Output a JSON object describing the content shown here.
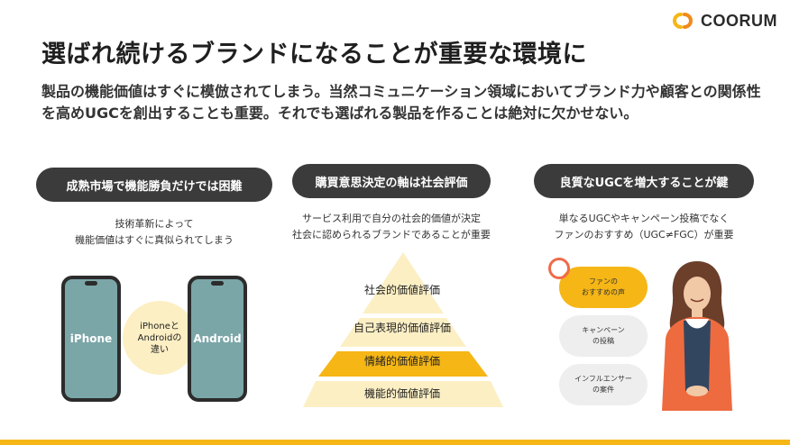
{
  "brand": {
    "name": "COORUM",
    "accent": "#f5b616",
    "dark": "#3b3b3b"
  },
  "title": "選ばれ続けるブランドになることが重要な環境に",
  "lead_line1": "製品の機能価値はすぐに模倣されてしまう。当然コミュニケーション領域においてブランド力や顧客との関係性",
  "lead_line2": "を高めUGCを創出することも重要。それでも選ばれる製品を作ることは絶対に欠かせない。",
  "col1": {
    "heading": "成熟市場で機能勝負だけでは困難",
    "caption_line1": "技術革新によって",
    "caption_line2": "機能価値はすぐに真似られてしまう",
    "phone_left": "iPhone",
    "phone_right": "Android",
    "diff_line1": "iPhoneと",
    "diff_line2": "Androidの",
    "diff_line3": "違い"
  },
  "col2": {
    "heading": "購買意思決定の軸は社会評価",
    "caption_line1": "サービス利用で自分の社会的価値が決定",
    "caption_line2": "社会に認められるブランドであることが重要",
    "levels": [
      "社会的価値評価",
      "自己表現的価値評価",
      "情緒的価値評価",
      "機能的価値評価"
    ]
  },
  "col3": {
    "heading": "良質なUGCを増大することが鍵",
    "caption_line1": "単なるUGCやキャンペーン投稿でなく",
    "caption_line2": "ファンのおすすめ（UGC≠FGC）が重要",
    "bubble1_line1": "ファンの",
    "bubble1_line2": "おすすめの声",
    "bubble2_line1": "キャンペーン",
    "bubble2_line2": "の投稿",
    "bubble3_line1": "インフルエンサー",
    "bubble3_line2": "の案件"
  }
}
